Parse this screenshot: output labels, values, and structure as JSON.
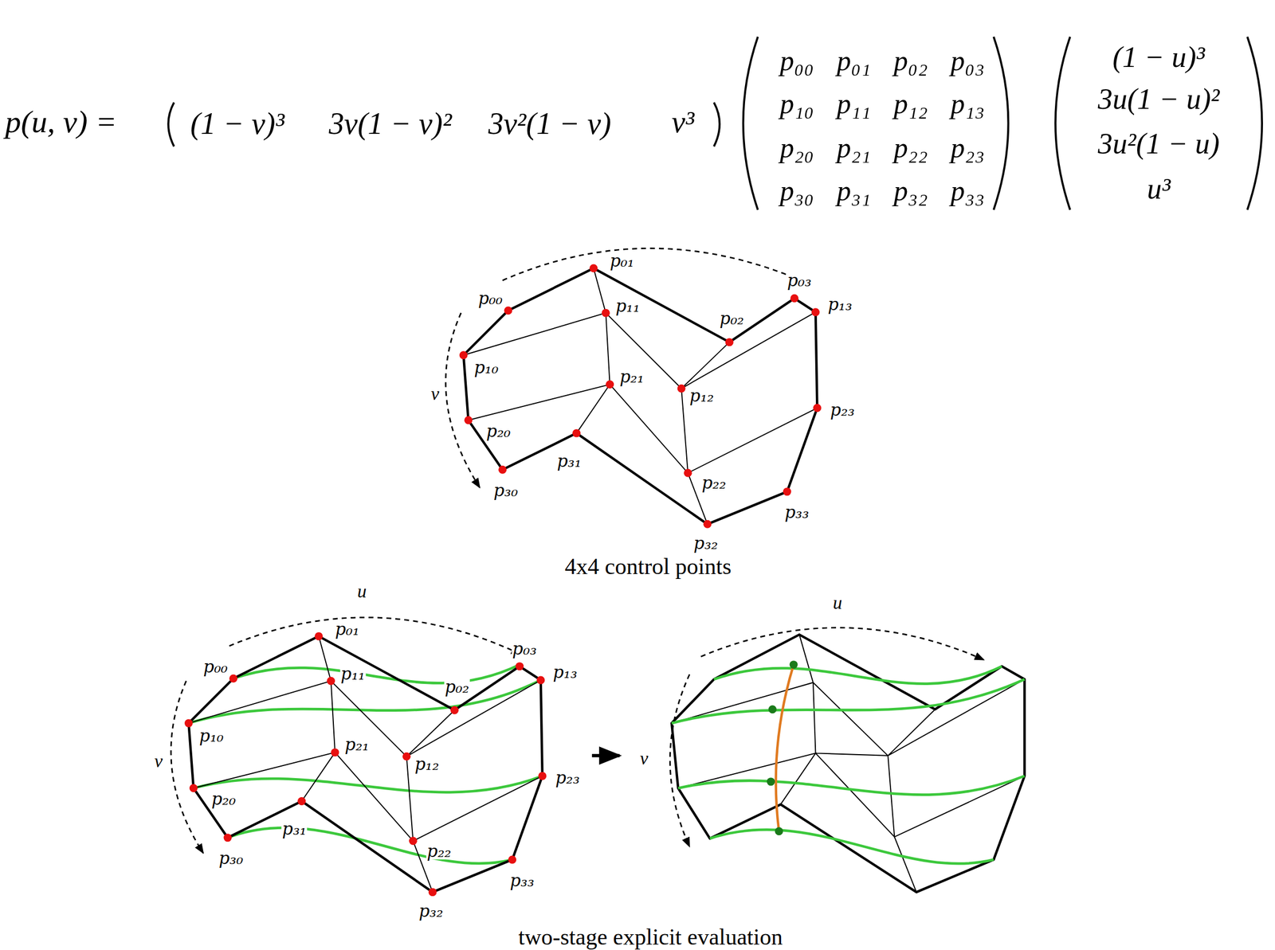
{
  "diagram": {
    "labels": [
      "p(u, v) =",
      "(1 − v)³",
      "3v(1 − v)²",
      "3v²(1 − v)",
      "v³",
      "p₀₀",
      "p₀₁",
      "p₀₂",
      "p₀₃",
      "p₁₀",
      "p₁₁",
      "p₁₂",
      "p₁₃",
      "p₂₀",
      "p₂₁",
      "p₂₂",
      "p₂₃",
      "p₃₀",
      "p₃₁",
      "p₃₂",
      "p₃₃",
      "(1 − u)³",
      "3u(1 − u)²",
      "3u²(1 − u)",
      "u³",
      "p₀₀",
      "p₀₁",
      "p₀₂",
      "p₀₃",
      "p₁₀",
      "p₁₁",
      "p₁₂",
      "p₁₃",
      "p₂₀",
      "p₂₁",
      "p₂₂",
      "p₂₃",
      "p₃₀",
      "p₃₁",
      "p₃₂",
      "p₃₃",
      "v",
      "4x4 control points",
      "p₀₀",
      "p₀₁",
      "p₀₂",
      "p₀₃",
      "p₁₀",
      "p₁₁",
      "p₁₂",
      "p₁₃",
      "p₂₀",
      "p₂₁",
      "p₂₂",
      "p₂₃",
      "p₃₀",
      "p₃₁",
      "p₃₂",
      "p₃₃",
      "u",
      "v",
      "u",
      "v",
      "two-stage explicit evaluation"
    ]
  }
}
